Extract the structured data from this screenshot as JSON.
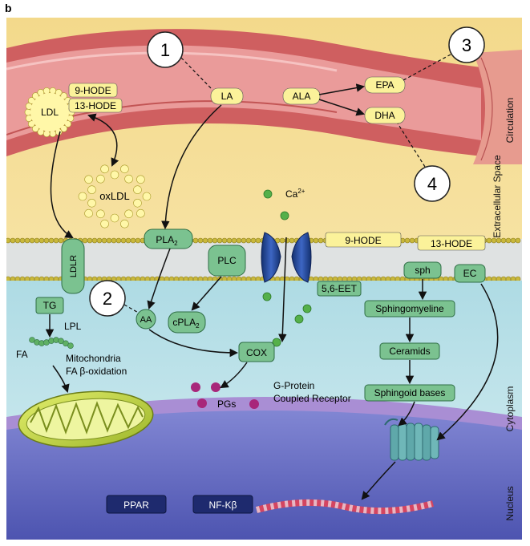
{
  "panel_label": "b",
  "regions": {
    "circulation": "Circulation",
    "extracellular_space": "Extracellular Space",
    "cytoplasm": "Cytoplasm",
    "nucleus": "Nucleus"
  },
  "steps": [
    "1",
    "2",
    "3",
    "4"
  ],
  "labels": {
    "ldl": "LDL",
    "hode9": "9-HODE",
    "hode13": "13-HODE",
    "oxldl": "oxLDL",
    "la": "LA",
    "ala": "ALA",
    "epa": "EPA",
    "dha": "DHA",
    "ca": "Ca",
    "ca_sup": "2+",
    "ldlr": "LDLR",
    "pla2": "PLA",
    "sub2": "2",
    "plc": "PLC",
    "mem_9hode": "9-HODE",
    "mem_13hode": "13-HODE",
    "sph": "sph",
    "ec": "EC",
    "tg": "TG",
    "lpl": "LPL",
    "fa": "FA",
    "aa": "AA",
    "cpla2": "cPLA",
    "eet": "5,6-EET",
    "cox": "COX",
    "sphingomyeline": "Sphingomyeline",
    "ceramids": "Ceramids",
    "sphingoid_bases": "Sphingoid bases",
    "mito_line1": "Mitochondria",
    "mito_line2": "FA β-oxidation",
    "pgs": "PGs",
    "gpcr_line1": "G-Protein",
    "gpcr_line2": "Coupled Receptor",
    "ppar": "PPAR",
    "nfkb": "NF-Kβ"
  },
  "colors": {
    "extracellular_bg": "#f6e4a0",
    "vessel_wall": "#d96e6e",
    "vessel_lumen": "#eda0a0",
    "membrane_head": "#c7b53a",
    "cytoplasm_bg": "#bfe4ea",
    "nucleus_bg": "#6d72c6",
    "green_box": "#7bc290",
    "yellow_box": "#f8ef8c",
    "channel": "#1e3f94",
    "prostaglandin": "#a8277a"
  }
}
